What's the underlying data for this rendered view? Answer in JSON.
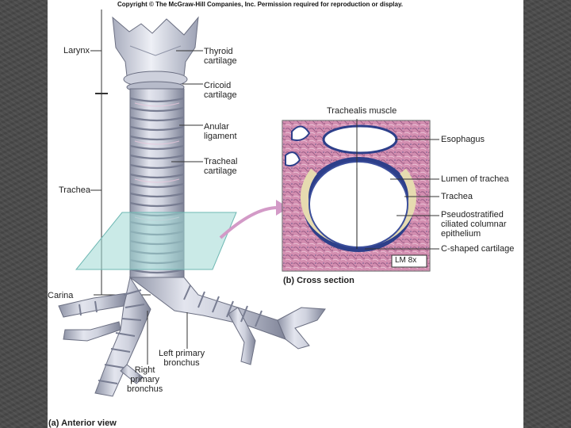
{
  "copyright": "Copyright © The McGraw-Hill Companies, Inc. Permission required for reproduction or display.",
  "anterior": {
    "larynx": "Larynx",
    "trachea": "Trachea",
    "carina": "Carina",
    "thyroid": [
      "Thyroid",
      "cartilage"
    ],
    "cricoid": [
      "Cricoid",
      "cartilage"
    ],
    "anular": [
      "Anular",
      "ligament"
    ],
    "tracheal": [
      "Tracheal",
      "cartilage"
    ],
    "left_bronchus": [
      "Left primary",
      "bronchus"
    ],
    "right_bronchus": [
      "Right",
      "primary",
      "bronchus"
    ],
    "caption": "(a) Anterior view"
  },
  "cross_section": {
    "trachealis": "Trachealis muscle",
    "esophagus": "Esophagus",
    "lumen": "Lumen of trachea",
    "trachea": "Trachea",
    "epithelium": [
      "Pseudostratified",
      "ciliated columnar",
      "epithelium"
    ],
    "cshaped": "C-shaped cartilage",
    "magnification": "LM 8x",
    "caption": "(b) Cross section"
  },
  "colors": {
    "slide_background": "#4b4b4b",
    "cartilage": "#c9ccd8",
    "tissue_pink": "#b85a86",
    "tissue_blue": "#2d3f8a",
    "c_cartilage": "#e6dbb0",
    "plane": "#9fd8d4"
  }
}
